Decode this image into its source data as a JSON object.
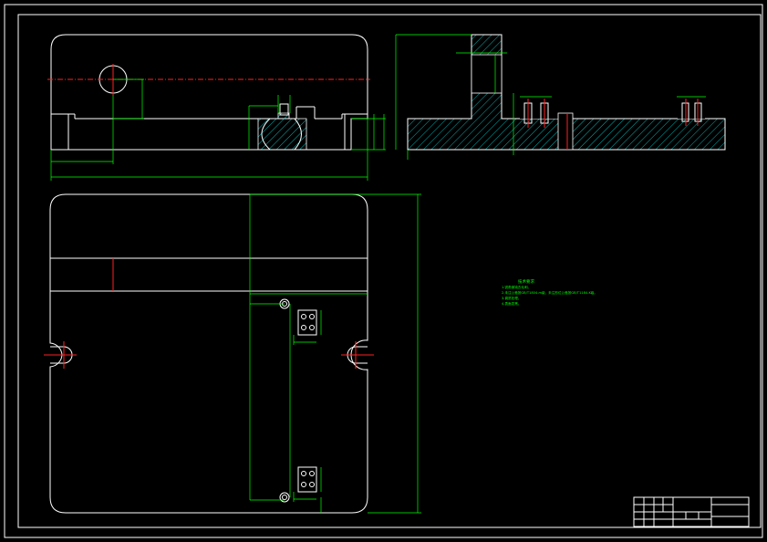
{
  "drawing": {
    "technical_requirements_title": "技术要求",
    "technical_requirements": [
      "1.锐角倒钝去毛刺。",
      "2.未注公差按GB/T1804-m级，未注形位公差按GB/T1184-K级。",
      "3.调质处理。",
      "4.表面发黑。"
    ]
  },
  "colors": {
    "background": "#000000",
    "outline": "#ffffff",
    "dimension": "#00ff00",
    "centerline": "#ff2020",
    "hatch": "#00ffff"
  }
}
